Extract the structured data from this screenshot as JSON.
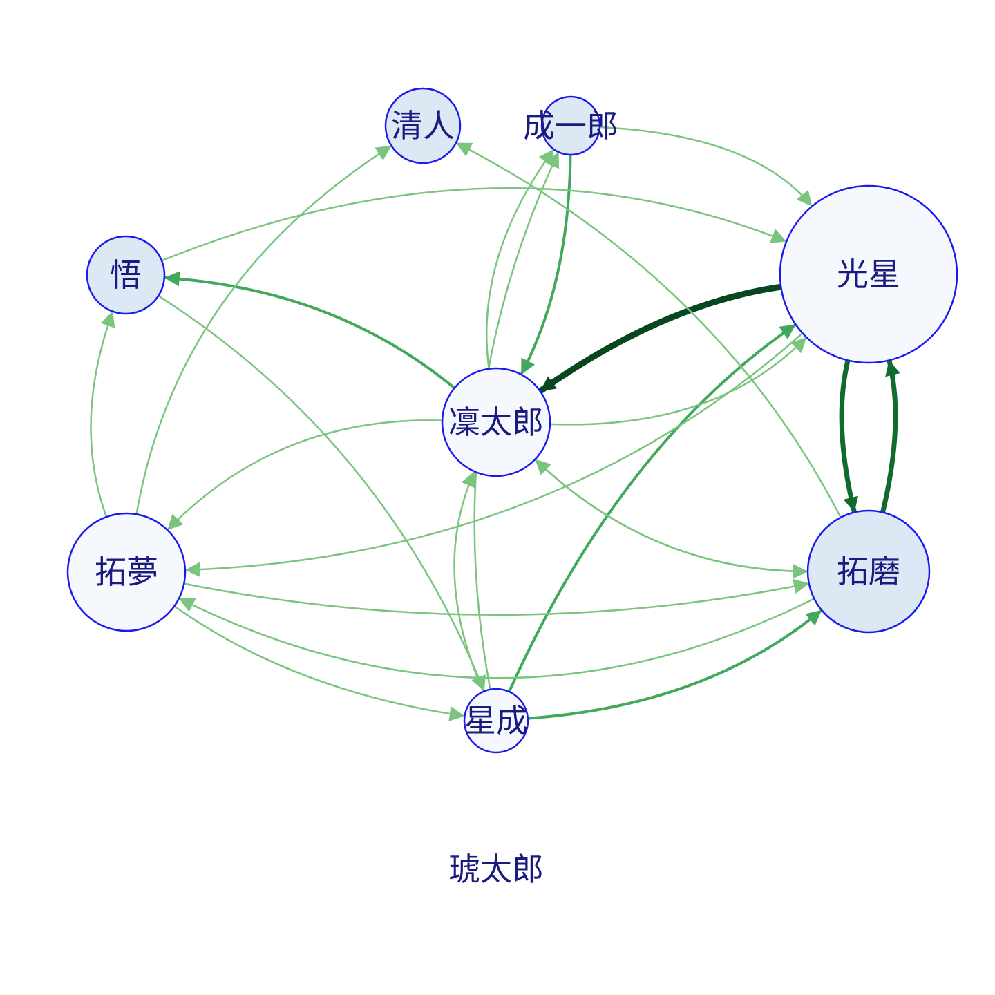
{
  "graph": {
    "type": "directed-network",
    "colors": {
      "node_fill_light": "#f5f9fd",
      "node_fill_mid": "#dde8f5",
      "node_stroke": "#1a1aee",
      "label": "#1a1a80",
      "edge_weak": "#7ac47e",
      "edge_mid": "#41a85c",
      "edge_strong": "#0f6b2e",
      "edge_strongest": "#064720"
    },
    "nodes": [
      {
        "id": "kiyoto",
        "label": "清人"
      },
      {
        "id": "seiichiro",
        "label": "成一郎"
      },
      {
        "id": "satoru",
        "label": "悟"
      },
      {
        "id": "kousei",
        "label": "光星"
      },
      {
        "id": "rintaro",
        "label": "凜太郎"
      },
      {
        "id": "takumu",
        "label": "拓夢"
      },
      {
        "id": "takuma",
        "label": "拓磨"
      },
      {
        "id": "seina",
        "label": "星成"
      },
      {
        "id": "kotaro",
        "label": "琥太郎"
      }
    ],
    "edges": [
      {
        "from": "kousei",
        "to": "rintaro",
        "weight": 5
      },
      {
        "from": "takuma",
        "to": "kousei",
        "weight": 4
      },
      {
        "from": "kousei",
        "to": "takuma",
        "weight": 4
      },
      {
        "from": "rintaro",
        "to": "satoru",
        "weight": 3
      },
      {
        "from": "seiichiro",
        "to": "rintaro",
        "weight": 3
      },
      {
        "from": "seina",
        "to": "kousei",
        "weight": 3
      },
      {
        "from": "seina",
        "to": "takuma",
        "weight": 3
      },
      {
        "from": "satoru",
        "to": "kousei",
        "weight": 1
      },
      {
        "from": "seiichiro",
        "to": "kousei",
        "weight": 1
      },
      {
        "from": "rintaro",
        "to": "seiichiro",
        "weight": 1
      },
      {
        "from": "takumu",
        "to": "kiyoto",
        "weight": 1
      },
      {
        "from": "takumu",
        "to": "satoru",
        "weight": 1
      },
      {
        "from": "kousei",
        "to": "takumu",
        "weight": 1
      },
      {
        "from": "rintaro",
        "to": "takumu",
        "weight": 1
      },
      {
        "from": "takuma",
        "to": "kiyoto",
        "weight": 1
      },
      {
        "from": "takuma",
        "to": "rintaro",
        "weight": 1
      },
      {
        "from": "rintaro",
        "to": "takuma",
        "weight": 1
      },
      {
        "from": "takuma",
        "to": "takumu",
        "weight": 1
      },
      {
        "from": "satoru",
        "to": "seina",
        "weight": 1
      },
      {
        "from": "takumu",
        "to": "seina",
        "weight": 1
      },
      {
        "from": "seina",
        "to": "rintaro",
        "weight": 1
      },
      {
        "from": "seina",
        "to": "seiichiro",
        "weight": 1
      },
      {
        "from": "rintaro",
        "to": "kousei",
        "weight": 1
      },
      {
        "from": "takumu",
        "to": "takuma",
        "weight": 1
      }
    ]
  }
}
